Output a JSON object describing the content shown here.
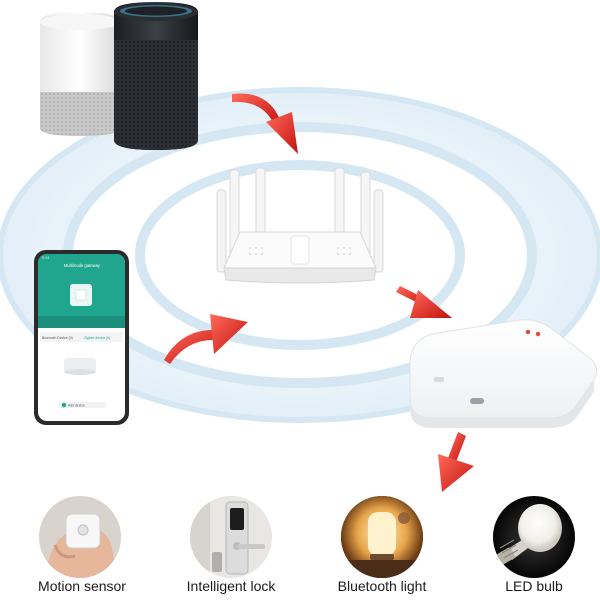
{
  "phone": {
    "header_title": "Multimode gateway",
    "status_time": "9:41",
    "tab_left": "Bluetooth Device (0)",
    "tab_right": "Zigbee device (0)",
    "add_device": "Add device"
  },
  "devices": [
    {
      "label": "Motion sensor",
      "icon": "motion-sensor-icon"
    },
    {
      "label": "Intelligent lock",
      "icon": "lock-icon"
    },
    {
      "label": "Bluetooth light",
      "icon": "lamp-icon"
    },
    {
      "label": "LED bulb",
      "icon": "bulb-icon"
    }
  ],
  "colors": {
    "accent_teal": "#20a58e",
    "arrow_red": "#d8201e",
    "wave_blue": "#dcebf6"
  }
}
